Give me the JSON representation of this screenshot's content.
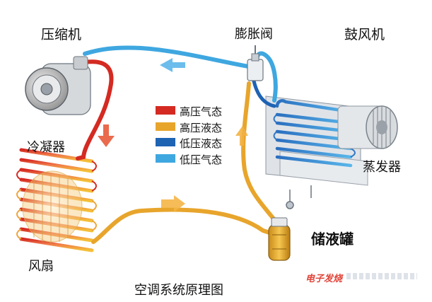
{
  "labels": {
    "compressor": "压缩机",
    "expansion_valve": "膨胀阀",
    "blower": "鼓风机",
    "condenser": "冷凝器",
    "evaporator": "蒸发器",
    "fan": "风扇",
    "receiver": "储液罐",
    "title": "空调系统原理图"
  },
  "legend": [
    {
      "label": "高压气态",
      "color": "#d42a22"
    },
    {
      "label": "高压液态",
      "color": "#e8a52c"
    },
    {
      "label": "低压液态",
      "color": "#1f63b3"
    },
    {
      "label": "低压气态",
      "color": "#3fa7e0"
    }
  ],
  "watermark": {
    "brand": "电子发烧"
  }
}
